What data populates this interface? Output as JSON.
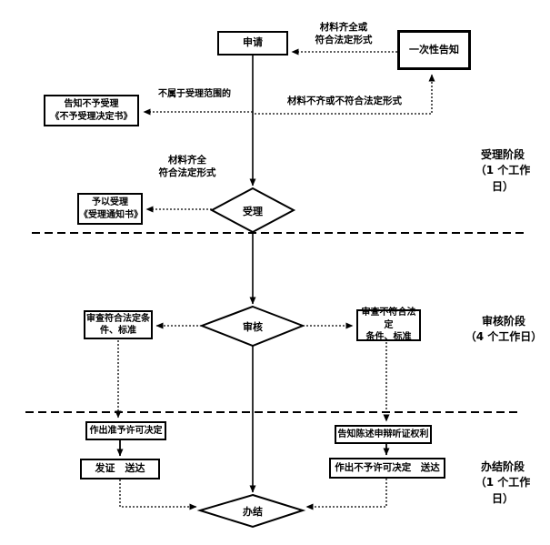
{
  "flowchart": {
    "nodes": {
      "apply": "申请",
      "one_time_notice": "一次性告知",
      "reject_notice": "告知不予受理\n《不予受理决定书》",
      "accept_notice": "予以受理\n《受理通知书》",
      "accept": "受理",
      "review": "审核",
      "review_pass": "审查符合法定条\n件、标准",
      "review_fail": "审查不符合法定\n条件、标准",
      "grant_decision": "作出准予许可决定",
      "issue_deliver": "发证　送达",
      "hearing_rights": "告知陈述申辩听证权利",
      "deny_deliver": "作出不予许可决定　送达",
      "finish": "办结"
    },
    "edge_labels": {
      "materials_complete_or_legal": "材料齐全或\n符合法定形式",
      "not_in_scope": "不属于受理范围的",
      "materials_incomplete": "材料不齐或不符合法定形式",
      "materials_complete_legal": "材料齐全\n符合法定形式"
    },
    "stages": [
      {
        "name": "acceptance",
        "label": "受理阶段\n（1 个工作\n日）"
      },
      {
        "name": "review",
        "label": "审核阶段\n（4 个工作日）"
      },
      {
        "name": "completion",
        "label": "办结阶段\n（1 个工作\n日）"
      }
    ],
    "colors": {
      "line": "#000000",
      "background": "#ffffff"
    }
  }
}
